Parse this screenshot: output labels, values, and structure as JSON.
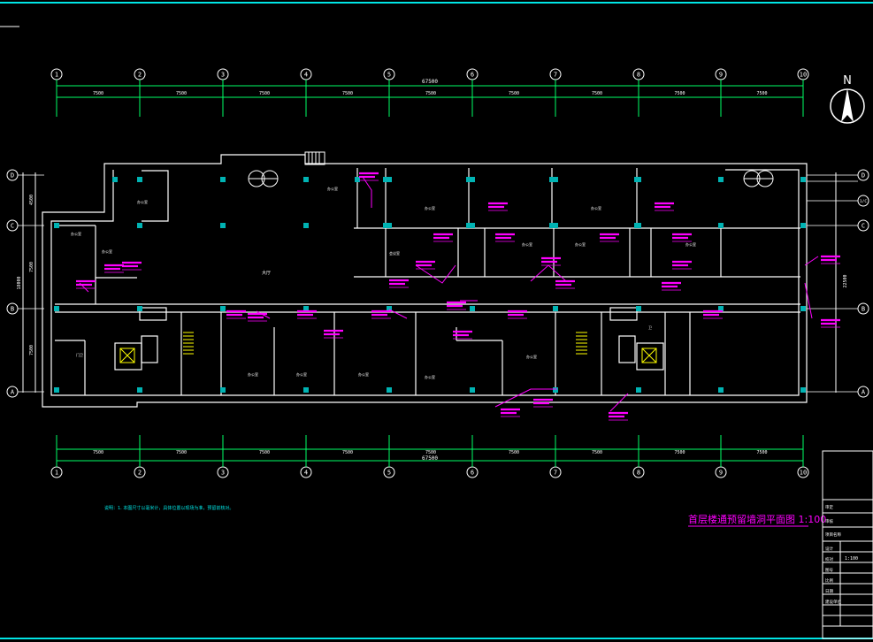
{
  "drawing": {
    "title": "首层楼通预留墙洞平面图 1:100",
    "north_label": "N",
    "overall_dimension": "67500",
    "bay_dimension": "7500",
    "axis_columns": [
      "1",
      "2",
      "3",
      "4",
      "5",
      "6",
      "7",
      "8",
      "9",
      "10"
    ],
    "axis_rows": [
      "D",
      "C",
      "B",
      "A"
    ],
    "right_extra_axis": "1/C",
    "left_row_dimensions": [
      "4500",
      "7500",
      "18000",
      "7500"
    ],
    "right_row_dimension": "22500",
    "note": "说明：1. 本图尺寸以毫米计，具体位置以现场为准，预留前核对。",
    "center_label": "大厅"
  },
  "title_block": {
    "rows": [
      "审定",
      "审核",
      "项目名称",
      "设计",
      "校对",
      "图号",
      "比例",
      "日期",
      "建设单位"
    ],
    "drawing_no_field": "图号",
    "scale_value": "1:100"
  },
  "colors": {
    "background": "#000000",
    "frame": "#00e5e5",
    "wall": "#ffffff",
    "column": "#00b3b3",
    "annotation": "#ff00ff",
    "stair": "#ffff00",
    "dimension": "#00ff66"
  }
}
